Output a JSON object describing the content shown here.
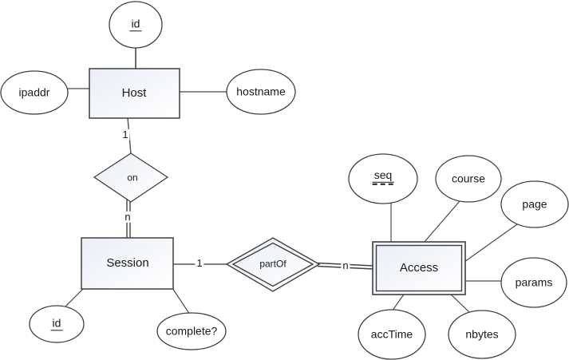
{
  "diagram_type": "entity-relationship",
  "entities": {
    "host": {
      "label": "Host",
      "kind": "strong"
    },
    "session": {
      "label": "Session",
      "kind": "strong"
    },
    "access": {
      "label": "Access",
      "kind": "weak-double-border"
    }
  },
  "relationships": {
    "on": {
      "label": "on",
      "kind": "regular-diamond"
    },
    "partof": {
      "label": "partOf",
      "kind": "identifying-double-diamond"
    }
  },
  "attributes": {
    "host_id": {
      "label": "id",
      "key": "primary-underlined"
    },
    "ipaddr": {
      "label": "ipaddr"
    },
    "hostname": {
      "label": "hostname"
    },
    "session_id": {
      "label": "id",
      "key": "primary-underlined"
    },
    "complete": {
      "label": "complete?"
    },
    "seq": {
      "label": "seq",
      "key": "partial-dashed-underline"
    },
    "course": {
      "label": "course"
    },
    "page": {
      "label": "page"
    },
    "params": {
      "label": "params"
    },
    "acctime": {
      "label": "accTime"
    },
    "nbytes": {
      "label": "nbytes"
    }
  },
  "cardinality": {
    "host_on": "1",
    "on_session": "n",
    "session_partof": "1",
    "partof_access": "n"
  },
  "colors": {
    "background": "#ffffff",
    "shape_stroke": "#3f3f3f",
    "connector": "#595959",
    "gray_connector": "#8c8c8c",
    "shape_fill_gradient_start": "#eaeef5",
    "shape_fill_gradient_end": "#ffffff",
    "ellipse_fill": "#ffffff",
    "text": "#1a1a1a"
  }
}
